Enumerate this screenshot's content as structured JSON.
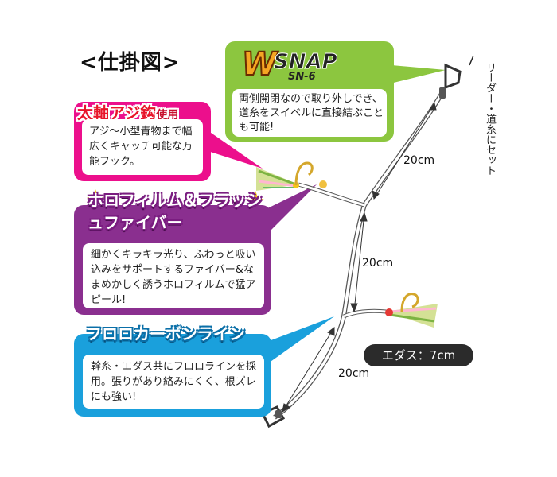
{
  "title": "<仕掛図>",
  "wsnap": {
    "logo_main": "WSNAP",
    "logo_sub": "SN-6",
    "description": "両側開閉なので取り外しでき、道糸をスイベルに直接結ぶことも可能!"
  },
  "hook": {
    "title_main": "太軸アジ鈎",
    "title_small": "使用",
    "description": "アジ～小型青物まで幅広くキャッチ可能な万能フック。"
  },
  "film": {
    "title": "ホロフィルム＆フラッシュファイバー",
    "description": "細かくキラキラ光り、ふわっと吸い込みをサポートするファイバー&なまめかしく誘うホロフィルムで猛アピール!"
  },
  "line": {
    "title": "フロロカーボンライン",
    "description": "幹糸・エダス共にフロロラインを採用。張りがあり絡みにくく、根ズレにも強い!"
  },
  "dimensions": {
    "upper": "20cm",
    "middle": "20cm",
    "lower": "20cm",
    "branch": "エダス：7cm"
  },
  "leader_label": "リーダー・道糸にセット",
  "colors": {
    "green": "#8cc63f",
    "pink": "#ec0f8c",
    "purple": "#8a2f8f",
    "blue": "#1aa0dc"
  }
}
